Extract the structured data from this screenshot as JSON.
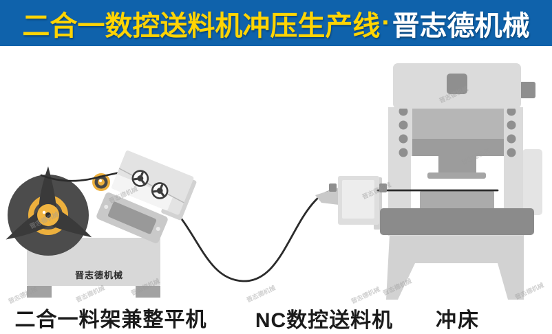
{
  "header": {
    "title": "二合一数控送料机冲压生产线",
    "separator": "·",
    "brand": "晋志德机械"
  },
  "diagram": {
    "uncoiler_label": "二合一料架兼整平机",
    "feeder_label": "NC数控送料机",
    "press_label": "冲床",
    "uncoiler_body_text": "晋志德机械"
  },
  "watermark": {
    "text": "晋志德机械"
  },
  "colors": {
    "header_bg": "#0f62ab",
    "header_title": "#ffd403",
    "header_brand": "#ffffff",
    "accent_yellow": "#edb03d",
    "machine_light": "#dbdbdb",
    "machine_mid": "#9c9c9c",
    "machine_dark": "#8b8b8b",
    "strip": "#2b2b2b"
  }
}
